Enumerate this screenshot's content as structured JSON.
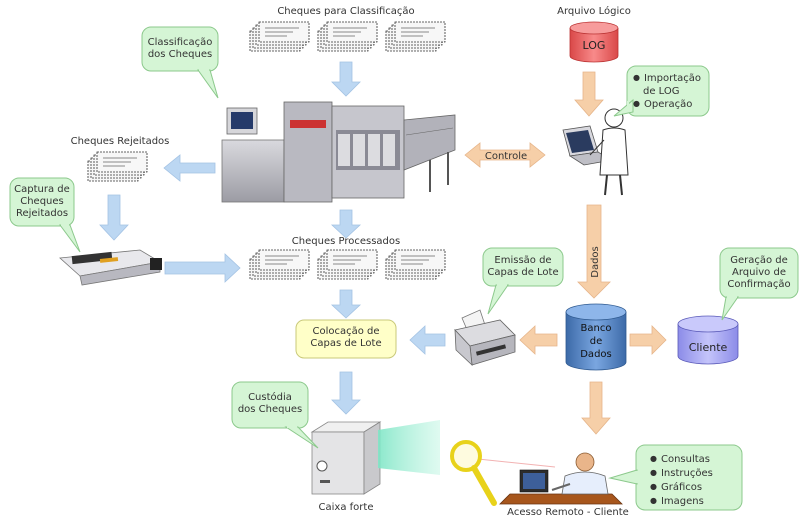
{
  "labels": {
    "cheques_classificacao": "Cheques para Classificação",
    "cheques_rejeitados": "Cheques Rejeitados",
    "cheques_processados": "Cheques Processados",
    "arquivo_logico": "Arquivo Lógico",
    "log": "LOG",
    "controle": "Controle",
    "dados": "Dados",
    "caixa_forte": "Caixa forte",
    "acesso_remoto": "Acesso Remoto - Cliente",
    "cliente": "Cliente"
  },
  "bubbles": {
    "classificacao": [
      "Classificação",
      "dos Cheques"
    ],
    "captura": [
      "Captura de",
      "Cheques",
      "Rejeitados"
    ],
    "emissao": [
      "Emissão de",
      "Capas de Lote"
    ],
    "geracao": [
      "Geração de",
      "Arquivo de",
      "Confirmação"
    ],
    "custodia": [
      "Custódia",
      "dos Cheques"
    ]
  },
  "bullet_lists": {
    "importacao": [
      "Importação",
      "de LOG",
      "Operação"
    ],
    "consultas": [
      "Consultas",
      "Instruções",
      "Gráficos",
      "Imagens"
    ]
  },
  "boxes": {
    "colocacao": [
      "Colocação de",
      "Capas de Lote"
    ],
    "banco": [
      "Banco",
      "de",
      "Dados"
    ]
  },
  "colors": {
    "arrow_blue": "#bcd7f2",
    "arrow_peach": "#f6cfa8",
    "bubble_green": "#d5f5d5",
    "bubble_stroke": "#8cc98c",
    "log_red": "#f26a6a",
    "cliente_purple": "#a7a7f4",
    "banco_blue": "#4f7fc0",
    "box_yellow": "#ffffc8",
    "lens_yellow": "#e8d21a"
  }
}
